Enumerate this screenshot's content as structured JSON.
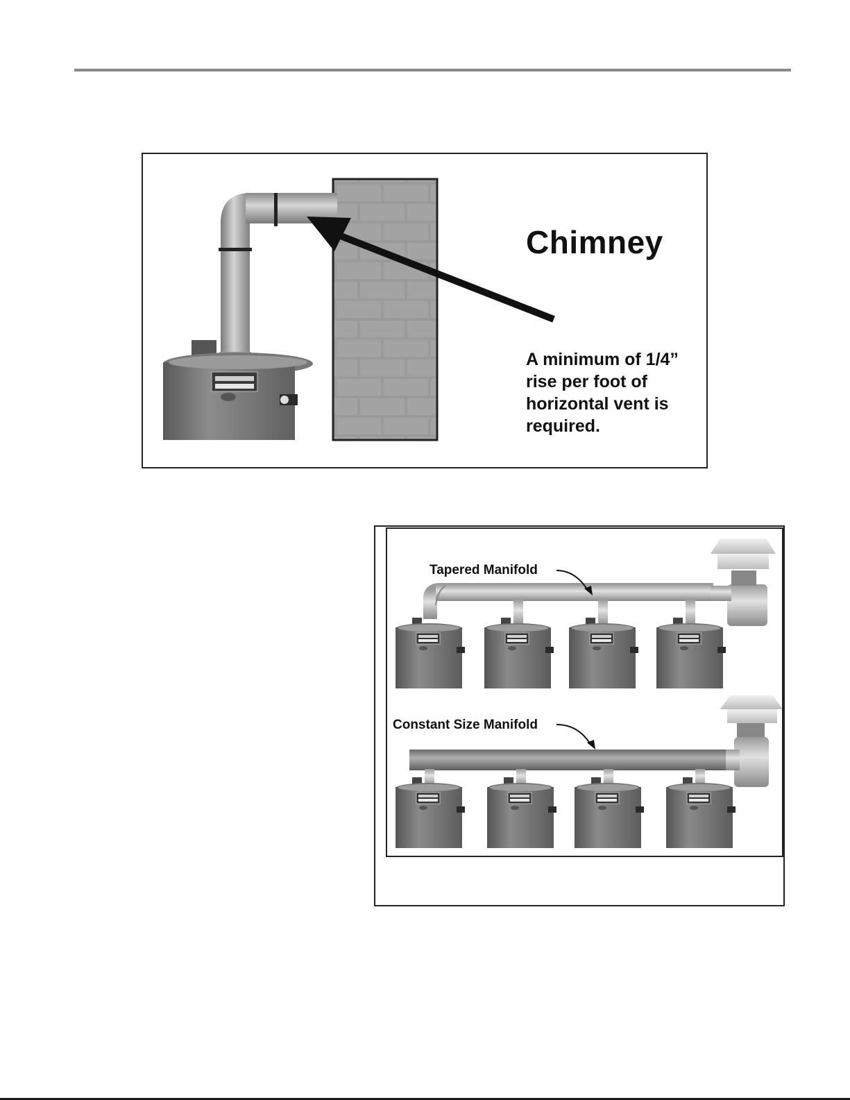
{
  "figure_chimney": {
    "title": "Chimney",
    "note": "A minimum of 1/4” rise per foot of horizontal vent is required."
  },
  "figure_manifold": {
    "tapered_label": "Tapered Manifold",
    "constant_label": "Constant Size Manifold"
  },
  "colors": {
    "rule": "#8a8a8a",
    "tank": "#6f6f6f",
    "pipe": "#b8b8b8",
    "brick": "#9a9a9a"
  },
  "icons": [
    "water-heater-icon",
    "vent-pipe-icon",
    "brick-chimney-icon",
    "arrow-icon",
    "vent-cap-icon"
  ]
}
